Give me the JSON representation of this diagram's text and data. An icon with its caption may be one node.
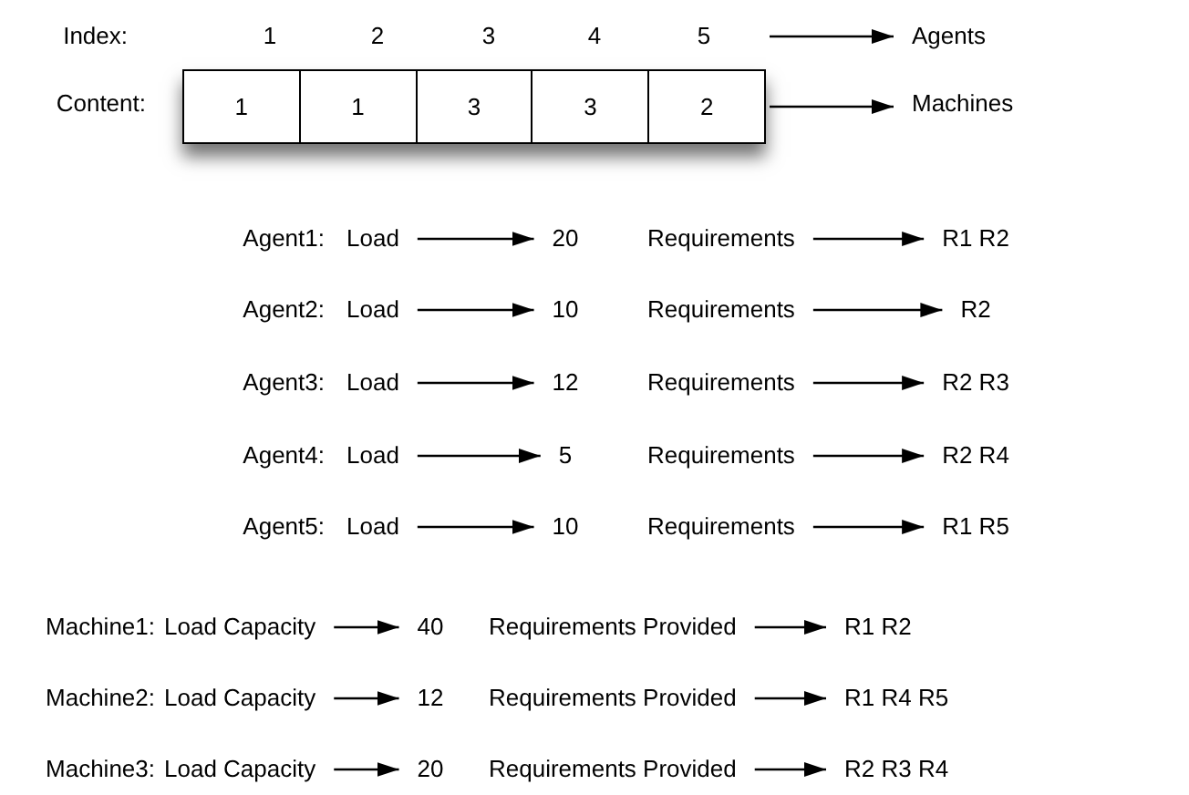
{
  "diagram": {
    "nodes": [
      {
        "text": [
          "Agents"
        ]
      },
      {
        "text": [],
        "shape": "box"
      },
      {
        "text": [
          "1"
        ],
        "in": 1
      },
      {
        "text": [
          "1"
        ],
        "in": 1
      },
      {
        "text": [
          "3"
        ],
        "in": 1
      },
      {
        "text": [
          "3"
        ],
        "in": 1
      },
      {
        "text": [
          "2"
        ],
        "in": 1
      },
      {
        "text": [
          "Machines"
        ]
      },
      {
        "text": [
          "Load"
        ]
      },
      {
        "text": [
          "20"
        ]
      },
      {
        "text": [
          "Requirements"
        ]
      },
      {
        "text": [
          "R1 R2"
        ]
      },
      {
        "text": [
          "Load"
        ]
      },
      {
        "text": [
          "10"
        ]
      },
      {
        "text": [
          "Requirements"
        ]
      },
      {
        "text": [
          "R2"
        ]
      },
      {
        "text": [
          "Load"
        ]
      },
      {
        "text": [
          "12"
        ]
      },
      {
        "text": [
          "Requirements"
        ]
      },
      {
        "text": [
          "R2 R3"
        ]
      },
      {
        "text": [
          "Load"
        ]
      },
      {
        "text": [
          "5"
        ]
      },
      {
        "text": [
          "Requirements"
        ]
      },
      {
        "text": [
          "R2 R4"
        ]
      },
      {
        "text": [
          "Load"
        ]
      },
      {
        "text": [
          "10"
        ]
      },
      {
        "text": [
          "Requirements"
        ]
      },
      {
        "text": [
          "R1 R5"
        ]
      },
      {
        "text": [
          "Load Capacity"
        ]
      },
      {
        "text": [
          "40"
        ]
      },
      {
        "text": [
          "Requirements Provided"
        ]
      },
      {
        "text": [
          "R1 R2"
        ]
      },
      {
        "text": [
          "Load Capacity"
        ]
      },
      {
        "text": [
          "12"
        ]
      },
      {
        "text": [
          "Requirements Provided"
        ]
      },
      {
        "text": [
          "R1 R4 R5"
        ]
      },
      {
        "text": [
          "Load Capacity"
        ]
      },
      {
        "text": [
          "20"
        ]
      },
      {
        "text": [
          "Requirements Provided"
        ]
      },
      {
        "text": [
          "R2 R3 R4"
        ]
      }
    ],
    "edges": [
      {
        "from": null,
        "to": 0,
        "arrow": "to"
      },
      {
        "from": 1,
        "to": 7,
        "arrow": "to"
      },
      {
        "from": 8,
        "to": 9,
        "arrow": "to"
      },
      {
        "from": 10,
        "to": 11,
        "arrow": "to"
      },
      {
        "from": 12,
        "to": 13,
        "arrow": "to"
      },
      {
        "from": 14,
        "to": 15,
        "arrow": "to"
      },
      {
        "from": 16,
        "to": 17,
        "arrow": "to"
      },
      {
        "from": 18,
        "to": 19,
        "arrow": "to"
      },
      {
        "from": 20,
        "to": 21,
        "arrow": "to"
      },
      {
        "from": 22,
        "to": 23,
        "arrow": "to"
      },
      {
        "from": 24,
        "to": 25,
        "arrow": "to"
      },
      {
        "from": 26,
        "to": 27,
        "arrow": "to"
      },
      {
        "from": 28,
        "to": 29,
        "arrow": "to"
      },
      {
        "from": 30,
        "to": 31,
        "arrow": "to"
      },
      {
        "from": 32,
        "to": 33,
        "arrow": "to"
      },
      {
        "from": 34,
        "to": 35,
        "arrow": "to"
      },
      {
        "from": 36,
        "to": 37,
        "arrow": "to"
      },
      {
        "from": 38,
        "to": 39,
        "arrow": "to"
      }
    ],
    "labels": [
      "Index:",
      "1",
      "2",
      "3",
      "4",
      "5",
      "Content:",
      "Agent1:",
      "Agent2:",
      "Agent3:",
      "Agent4:",
      "Agent5:",
      "Machine1:",
      "Machine2:",
      "Machine3:"
    ]
  }
}
